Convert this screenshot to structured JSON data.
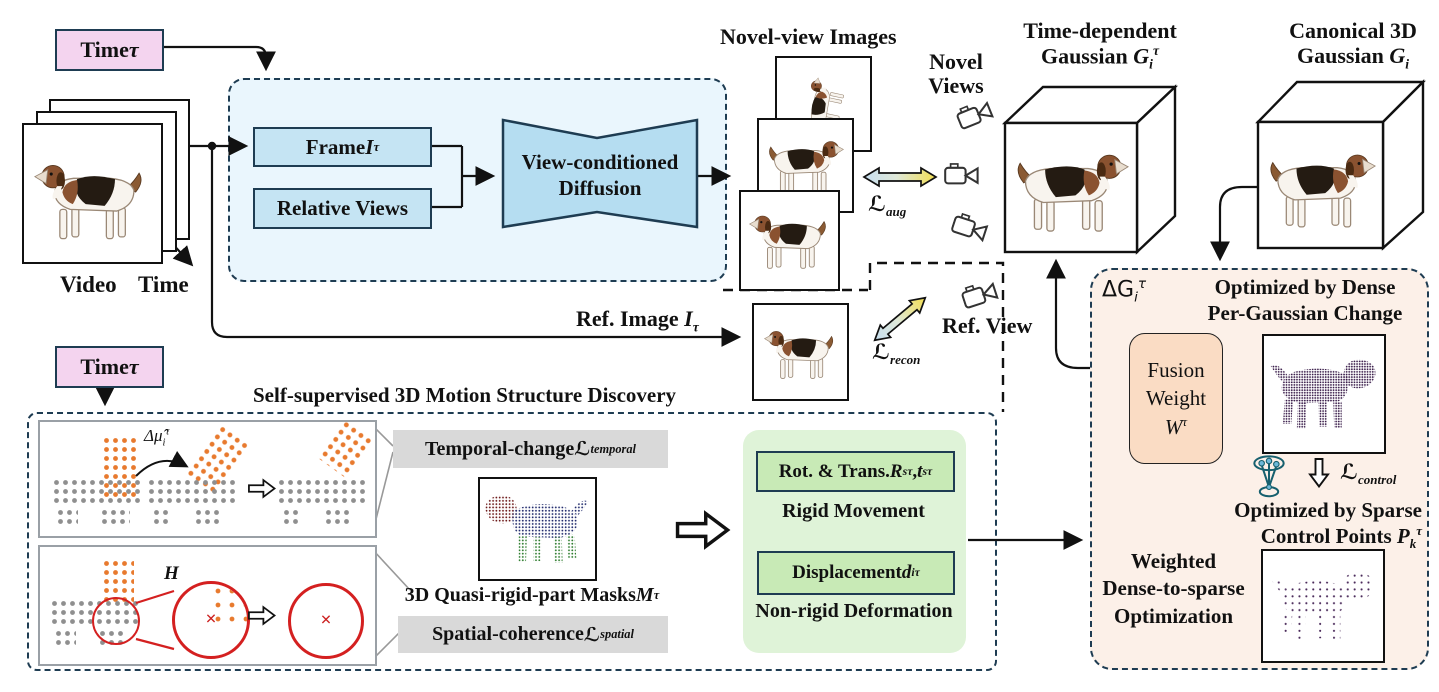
{
  "colors": {
    "pink_fill": "#f4d4ef",
    "blue_panel_fill": "#eaf6fd",
    "blue_box_fill": "#c5e4f3",
    "diffusion_fill": "#b5ddf1",
    "dash_teal": "#1e3c52",
    "gray_label_fill": "#d9d9d9",
    "green_panel_fill": "#dff3d8",
    "green_box_fill": "#c8eab6",
    "orange_panel_fill": "#fcf0e8",
    "fusion_fill": "#fadcc4",
    "dot_orange": "#e87a2e",
    "dot_gray": "#8f8f8f",
    "arrow_grad_blue": "#c7dff0",
    "arrow_grad_yellow": "#f2de52",
    "magnifier_red": "#d42020"
  },
  "top_left": {
    "time_box": {
      "base": "Time ",
      "sym": "τ"
    },
    "video_label": "Video",
    "time_label": "Time"
  },
  "diffusion": {
    "frame_box": {
      "base": "Frame ",
      "sym": "I",
      "sub": "τ"
    },
    "relative_views_box": "Relative Views",
    "title_line1": "View-conditioned",
    "title_line2": "Diffusion"
  },
  "novel": {
    "images_title": "Novel-view Images",
    "views_line1": "Novel",
    "views_line2": "Views",
    "l_aug": {
      "sym": "ℒ",
      "sub": "aug"
    }
  },
  "reference": {
    "ref_image": {
      "base": "Ref. Image ",
      "sym": "I",
      "sub": "τ"
    },
    "l_recon": {
      "sym": "ℒ",
      "sub": "recon"
    },
    "ref_view": "Ref. View"
  },
  "gaussians": {
    "td_line1": "Time-dependent",
    "td_line2": {
      "base": "Gaussian ",
      "sym": "G",
      "sub": "i",
      "sup": "τ"
    },
    "canon_line1": "Canonical 3D",
    "canon_line2": {
      "base": "Gaussian ",
      "sym": "G",
      "sub": "i"
    }
  },
  "discovery": {
    "time_box": {
      "base": "Time ",
      "sym": "τ"
    },
    "title": "Self-supervised 3D Motion Structure Discovery",
    "delta_mu": {
      "base": "Δμ̂",
      "sub": "i",
      "sup": "τ"
    },
    "h_label": "H",
    "temporal_label": {
      "base": "Temporal-change ",
      "sym": "ℒ",
      "sub": "temporal"
    },
    "masks_label": {
      "base": "3D Quasi-rigid-part Masks ",
      "sym": "M",
      "sup": "τ"
    },
    "spatial_label": {
      "base": "Spatial-coherence ",
      "sym": "ℒ",
      "sub": "spatial"
    }
  },
  "motion": {
    "rot_trans": {
      "base": "Rot. & Trans.  ",
      "sym1": "R",
      "sub1": "s",
      "sup1": "τ",
      "sep": ", ",
      "sym2": "t",
      "sub2": "s",
      "sup2": "τ"
    },
    "rigid_label": "Rigid Movement",
    "displacement": {
      "base": "Displacement  ",
      "sym": "d",
      "sub": "i",
      "sup": "τ"
    },
    "nonrigid_label": "Non-rigid Deformation"
  },
  "optimization": {
    "delta_g": {
      "base": "ΔG",
      "sub": "i",
      "sup": "τ"
    },
    "dense_line1": "Optimized by Dense",
    "dense_line2": "Per-Gaussian Change",
    "fusion_line1": "Fusion",
    "fusion_line2": "Weight",
    "fusion_sym": {
      "sym": "W",
      "sup": "τ"
    },
    "l_control": {
      "sym": "ℒ",
      "sub": "control"
    },
    "sparse_line1": "Optimized by Sparse",
    "sparse_line2": {
      "base": "Control Points ",
      "sym": "P",
      "sub": "k",
      "sup": "τ"
    },
    "weighted_line1": "Weighted",
    "weighted_line2": "Dense-to-sparse",
    "weighted_line3": "Optimization"
  }
}
